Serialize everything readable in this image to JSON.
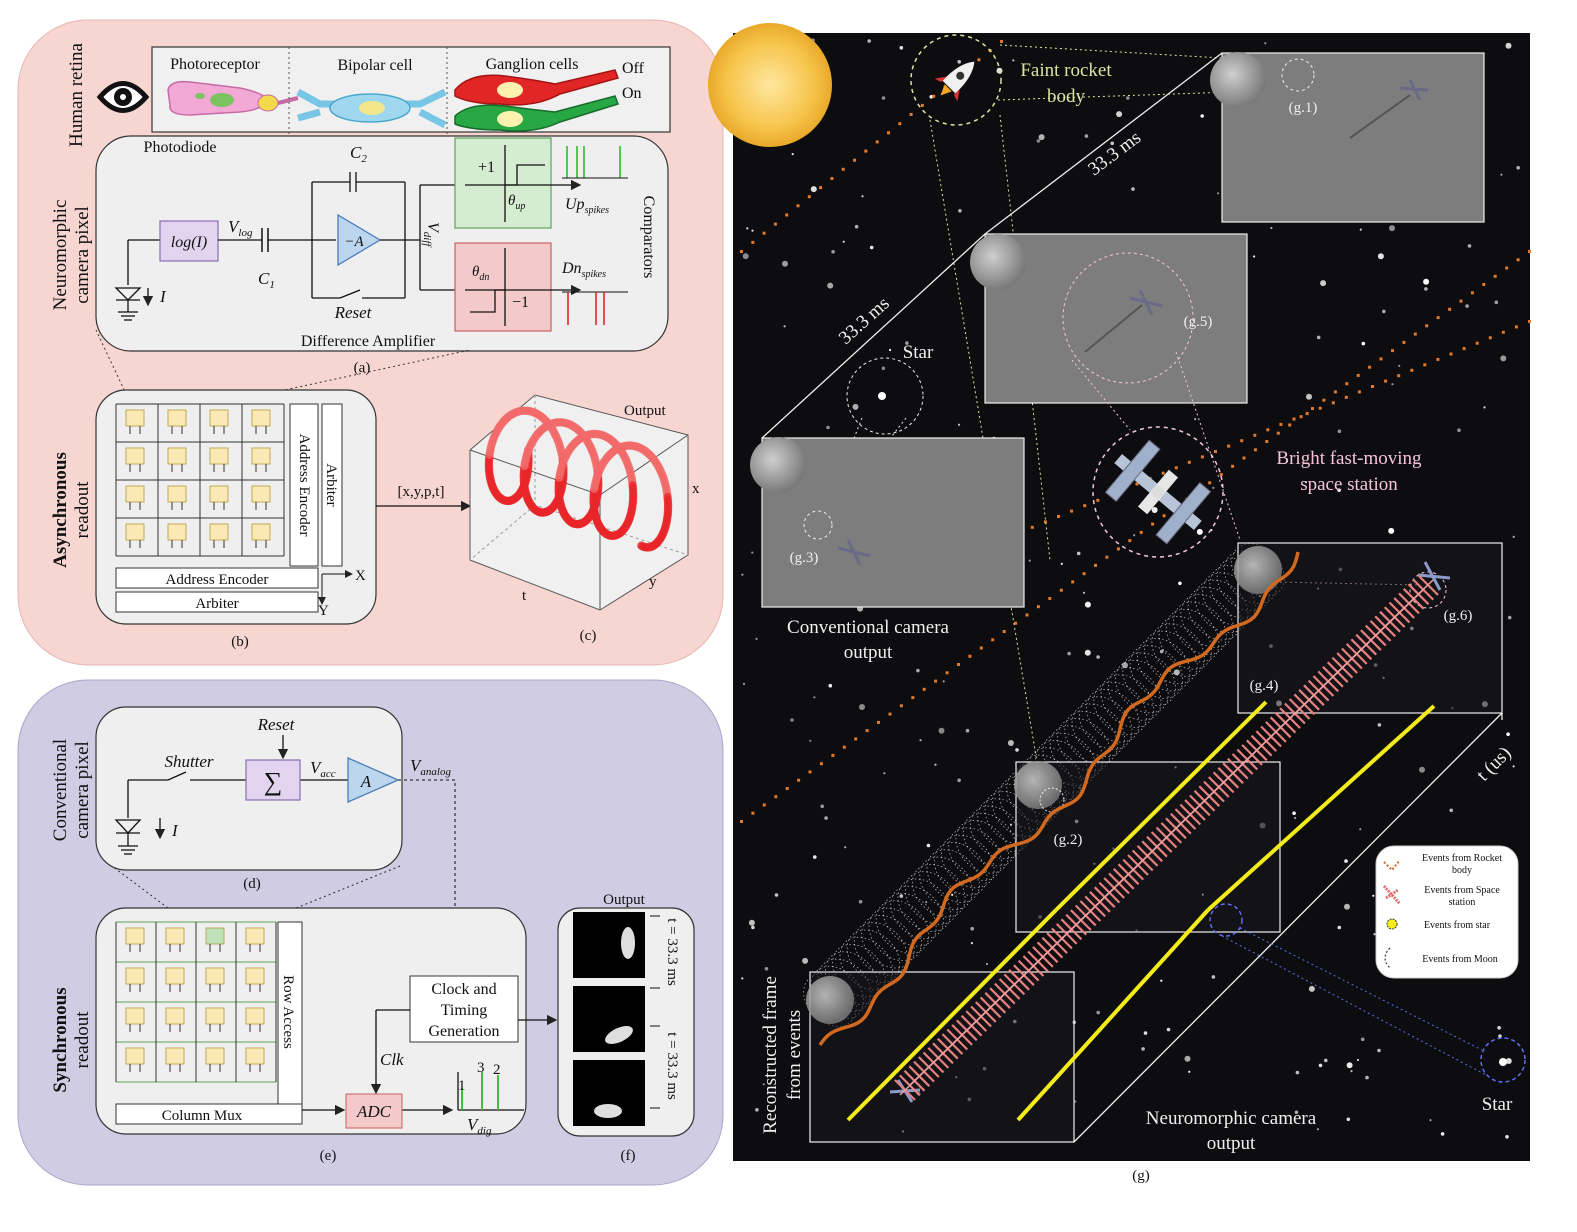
{
  "panel_a": {
    "side_label_top": "Human retina",
    "side_label_mid1": "Neuromorphic",
    "side_label_mid2": "camera pixel",
    "retina_cells": [
      "Photoreceptor",
      "Bipolar cell",
      "Ganglion cells"
    ],
    "off_label": "Off",
    "on_label": "On",
    "photodiode_label": "Photodiode",
    "log_block": "log(I)",
    "v_log": "V",
    "v_log_sub": "log",
    "c1": "C",
    "c1_sub": "1",
    "c2": "C",
    "c2_sub": "2",
    "amp": "−A",
    "v_diff": "V",
    "v_diff_sub": "diff",
    "reset": "Reset",
    "diff_amp": "Difference Amplifier",
    "plus1": "+1",
    "theta_up": "θ",
    "theta_up_sub": "up",
    "up_spikes": "Up",
    "up_spikes_sub": "spikes",
    "theta_dn": "θ",
    "theta_dn_sub": "dn",
    "minus1": "−1",
    "dn_spikes": "Dn",
    "dn_spikes_sub": "spikes",
    "comparators": "Comparators",
    "current_i": "I",
    "caption": "(a)"
  },
  "panel_b": {
    "side_label_1": "Asynchronous",
    "side_label_2": "readout",
    "addr_encoder_v": "Address Encoder",
    "arbiter_v": "Arbiter",
    "addr_encoder_h": "Address Encoder",
    "arbiter_h": "Arbiter",
    "x_axis": "X",
    "y_axis": "Y",
    "caption": "(b)"
  },
  "panel_c": {
    "arrow_label": "[x,y,p,t]",
    "output": "Output",
    "ax_x": "x",
    "ax_y": "y",
    "ax_t": "t",
    "caption": "(c)"
  },
  "panel_d": {
    "side_label_1": "Conventional",
    "side_label_2": "camera pixel",
    "reset": "Reset",
    "shutter": "Shutter",
    "sum": "∑",
    "v_acc": "V",
    "v_acc_sub": "acc",
    "amp": "A",
    "v_analog": "V",
    "v_analog_sub": "analog",
    "current_i": "I",
    "caption": "(d)"
  },
  "panel_e": {
    "side_label_1": "Synchronous",
    "side_label_2": "readout",
    "row_access": "Row Access",
    "column_mux": "Column Mux",
    "clock_1": "Clock and",
    "clock_2": "Timing",
    "clock_3": "Generation",
    "clk": "Clk",
    "adc": "ADC",
    "v_dig": "V",
    "v_dig_sub": "dig",
    "vals": [
      "1",
      "3",
      "2"
    ],
    "caption": "(e)"
  },
  "panel_f": {
    "output": "Output",
    "t1": "t = 33.3 ms",
    "t2": "t = 33.3 ms",
    "caption": "(f)"
  },
  "panel_g": {
    "faint_rocket_1": "Faint rocket",
    "faint_rocket_2": "body",
    "ms_top": "33.3 ms",
    "ms_mid": "33.3 ms",
    "star_top": "Star",
    "bright_1": "Bright fast-moving",
    "bright_2": "space station",
    "conv_1": "Conventional camera",
    "conv_2": "output",
    "g1": "(g.1)",
    "g2": "(g.2)",
    "g3": "(g.3)",
    "g4": "(g.4)",
    "g5": "(g.5)",
    "g6": "(g.6)",
    "t_us": "t (us)",
    "recon_1": "Reconstructed frame",
    "recon_2": "from events",
    "neuro_1": "Neuromorphic camera",
    "neuro_2": "output",
    "star_bottom": "Star",
    "legend": [
      "Events from Rocket body",
      "Events from Space station",
      "Events from star",
      "Events from Moon"
    ],
    "caption": "(g)"
  },
  "colors": {
    "async_bg": "#f7d6d2",
    "sync_bg": "#cfcce4",
    "green_box": "#d4ecd0",
    "red_box": "#f3c9c9",
    "log_box": "#e2d4ee",
    "amp_fill": "#bcd6f0",
    "pixel": "#fbe9b5",
    "space": "#0d0d10",
    "rocket_events": "#d2691e",
    "station_events": "#e07070",
    "yellow": "#f4ec1a"
  }
}
